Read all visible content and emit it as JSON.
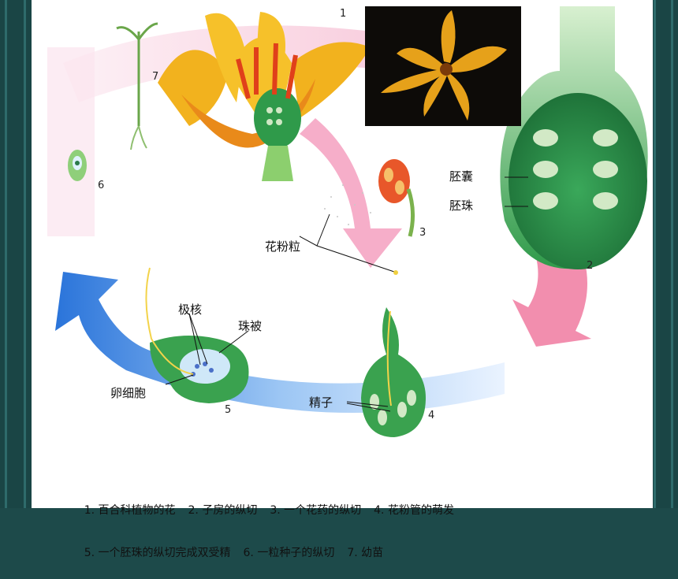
{
  "labels": {
    "embryo_sac": "胚囊",
    "ovule": "胚珠",
    "pollen": "花粉粒",
    "polar_nuclei": "极核",
    "integument": "珠被",
    "egg_cell": "卵细胞",
    "sperm": "精子"
  },
  "step_numbers": [
    "1",
    "2",
    "3",
    "4",
    "5",
    "6",
    "7"
  ],
  "caption": {
    "line1": [
      "1. 百合科植物的花",
      "2. 子房的纵切",
      "3. 一个花药的纵切",
      "4. 花粉管的萌发"
    ],
    "line2": [
      "5. 一个胚珠的纵切完成双受精",
      "6. 一粒种子的纵切",
      "7. 幼苗"
    ]
  },
  "colors": {
    "arrow_pink": "#f4a6c0",
    "arrow_blue": "#2f7fe0",
    "ovary_green": "#2f9a4a",
    "petal_orange": "#f0a020",
    "background": "#1d4a4a"
  }
}
